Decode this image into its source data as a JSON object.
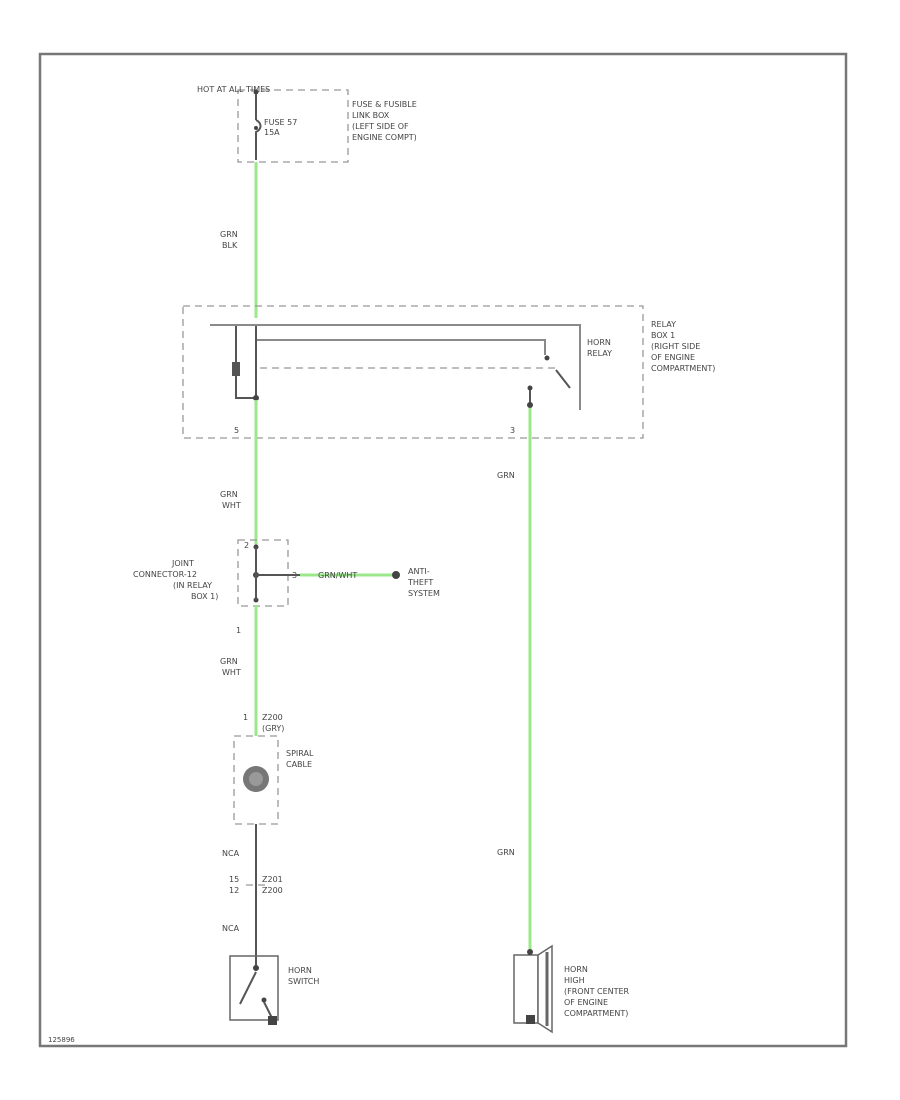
{
  "fuse_box": {
    "supply": "HOT AT ALL TIMES",
    "fuse": [
      "FUSE 57",
      "15A"
    ],
    "location": [
      "FUSE & FUSIBLE",
      "LINK BOX",
      "(LEFT SIDE OF",
      "ENGINE COMPT)"
    ]
  },
  "wires": {
    "w1": [
      "GRN",
      "BLK"
    ],
    "w2": [
      "GRN",
      "WHT"
    ],
    "w3": [
      "GRN",
      "WHT"
    ],
    "w4": "GRN",
    "w5": "GRN",
    "w6": "NCA",
    "w7": "NCA",
    "branch": "GRN/WHT"
  },
  "relay_box": {
    "relay": [
      "HORN",
      "RELAY"
    ],
    "location": [
      "RELAY",
      "BOX 1",
      "(RIGHT SIDE",
      "OF ENGINE",
      "COMPARTMENT)"
    ],
    "pin_left": "5",
    "pin_right": "3"
  },
  "joint_connector": {
    "label": [
      "JOINT",
      "CONNECTOR-12",
      "(IN RELAY",
      "BOX 1)"
    ],
    "pin_top": "2",
    "pin_side": "3",
    "pin_bottom": "1"
  },
  "anti_theft": [
    "ANTI-",
    "THEFT",
    "SYSTEM"
  ],
  "spiral_cable": {
    "label": [
      "SPIRAL",
      "CABLE"
    ],
    "connector": [
      "Z200",
      "(GRY)"
    ],
    "pin": "1"
  },
  "conn2": {
    "pins": [
      "15",
      "12"
    ],
    "names": [
      "Z201",
      "Z200"
    ]
  },
  "horn_switch": [
    "HORN",
    "SWITCH"
  ],
  "horn": [
    "HORN",
    "HIGH",
    "(FRONT CENTER",
    "OF ENGINE",
    "COMPARTMENT)"
  ],
  "diagram_id": "125896"
}
